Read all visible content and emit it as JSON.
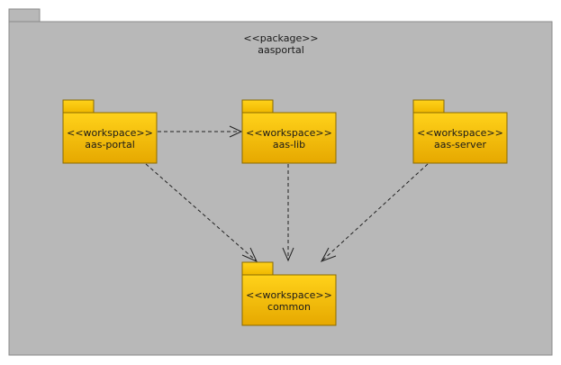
{
  "package": {
    "stereotype": "<<package>>",
    "name": "aasportal",
    "fill": "#b8b8b8",
    "stroke": "#8a8a8a"
  },
  "workspaces": {
    "aas_portal": {
      "stereotype": "<<workspace>>",
      "name": "aas-portal"
    },
    "aas_lib": {
      "stereotype": "<<workspace>>",
      "name": "aas-lib"
    },
    "aas_server": {
      "stereotype": "<<workspace>>",
      "name": "aas-server"
    },
    "common": {
      "stereotype": "<<workspace>>",
      "name": "common"
    }
  },
  "colors": {
    "workspace_top": "#ffd21a",
    "workspace_bottom": "#e6a800",
    "workspace_stroke": "#8a6a00",
    "arrow": "#222222"
  }
}
